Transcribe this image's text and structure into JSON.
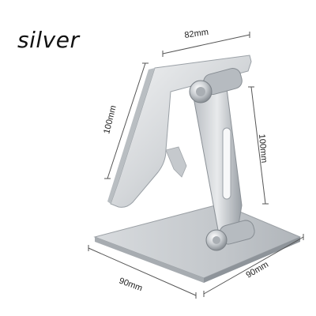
{
  "caption": "silver",
  "dimensions": {
    "top_width": "82mm",
    "back_height": "100mm",
    "arm_height": "100mm",
    "base_depth": "90mm",
    "base_width": "90mm"
  },
  "colors": {
    "background": "#ffffff",
    "metal_light": "#e6e8ea",
    "metal_mid": "#c8ccd0",
    "metal_dark": "#8f959b",
    "line": "#555555"
  }
}
